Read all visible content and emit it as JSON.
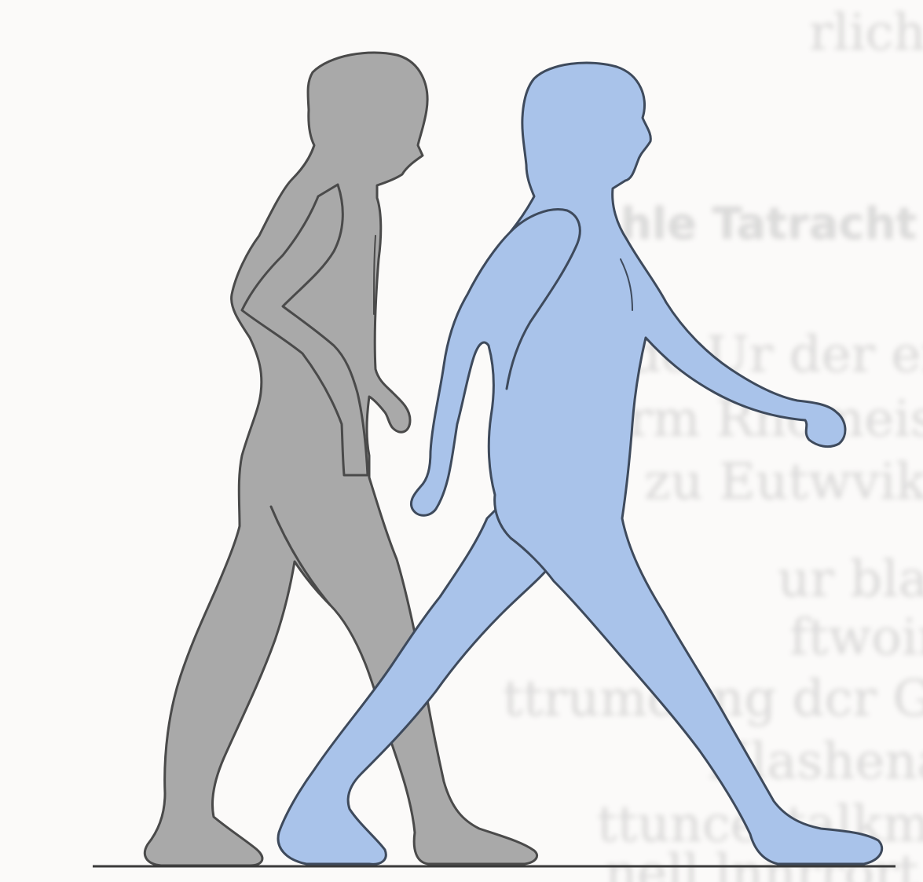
{
  "background_text": [
    "rlich",
    "hle Tatracht",
    "rde Ur der erste Betracher die dri",
    "rm Rhomeische Gesdreiben vorn Siehe",
    "zu Eutwvikmung duo deso mwuttia.",
    "ur blanke",
    "ftwoinekt-Dein",
    "ttrumdung dcr Ghrach ihr ntwin nipfu",
    "Hlashenanng",
    "ttuncestalkmeremen gcweitheri dhwicre",
    "nell lnnrrort"
  ],
  "figures": [
    {
      "name": "gray-walker",
      "fill": "#a9a9a9",
      "stroke": "#4a4a4a"
    },
    {
      "name": "blue-walker",
      "fill": "#a9c3ea",
      "stroke": "#3e4a5c"
    }
  ],
  "ground_color": "#3a3a3a",
  "page_background": "#fbfaf9"
}
